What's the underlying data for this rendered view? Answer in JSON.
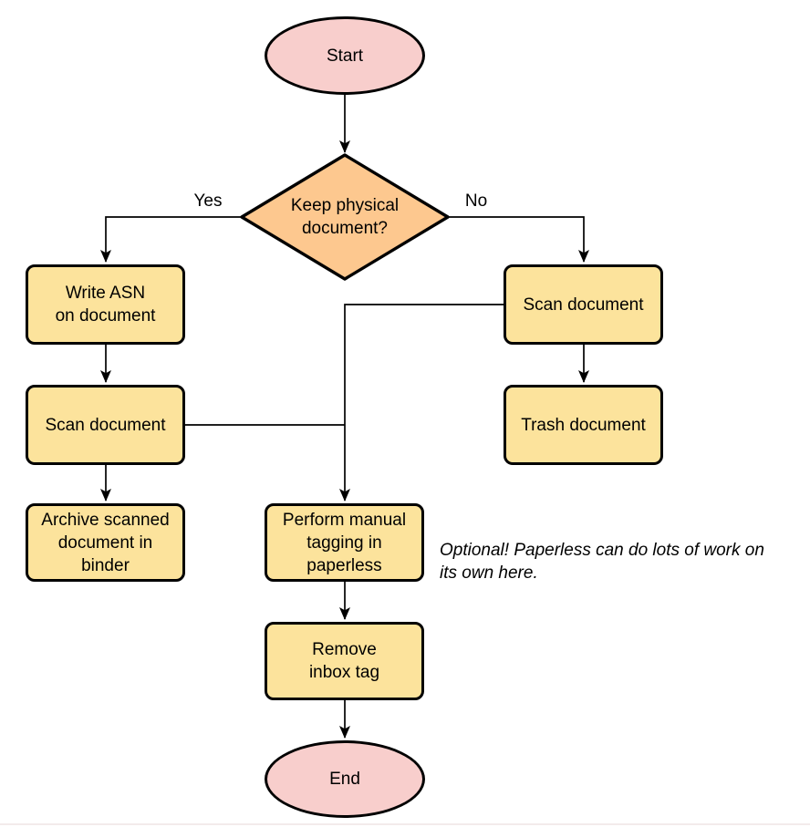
{
  "diagram": {
    "nodes": {
      "start": {
        "label": "Start",
        "type": "terminator"
      },
      "decision": {
        "label": "Keep physical\ndocument?",
        "type": "decision"
      },
      "write_asn": {
        "label": "Write ASN\non document",
        "type": "process"
      },
      "scan_left": {
        "label": "Scan document",
        "type": "process"
      },
      "archive": {
        "label": "Archive scanned\ndocument in\nbinder",
        "type": "process"
      },
      "scan_right": {
        "label": "Scan document",
        "type": "process"
      },
      "trash": {
        "label": "Trash document",
        "type": "process"
      },
      "tagging": {
        "label": "Perform manual\ntagging in\npaperless",
        "type": "process"
      },
      "remove_inbox": {
        "label": "Remove\ninbox tag",
        "type": "process"
      },
      "end": {
        "label": "End",
        "type": "terminator"
      }
    },
    "edge_labels": {
      "yes": "Yes",
      "no": "No"
    },
    "annotation": {
      "text": "Optional! Paperless can do lots of work on\nits own here."
    },
    "colors": {
      "terminator_fill": "#f8cecc",
      "process_fill": "#fce39c",
      "decision_fill": "#fdc88f",
      "stroke": "#000000",
      "connector": "#000000"
    }
  }
}
